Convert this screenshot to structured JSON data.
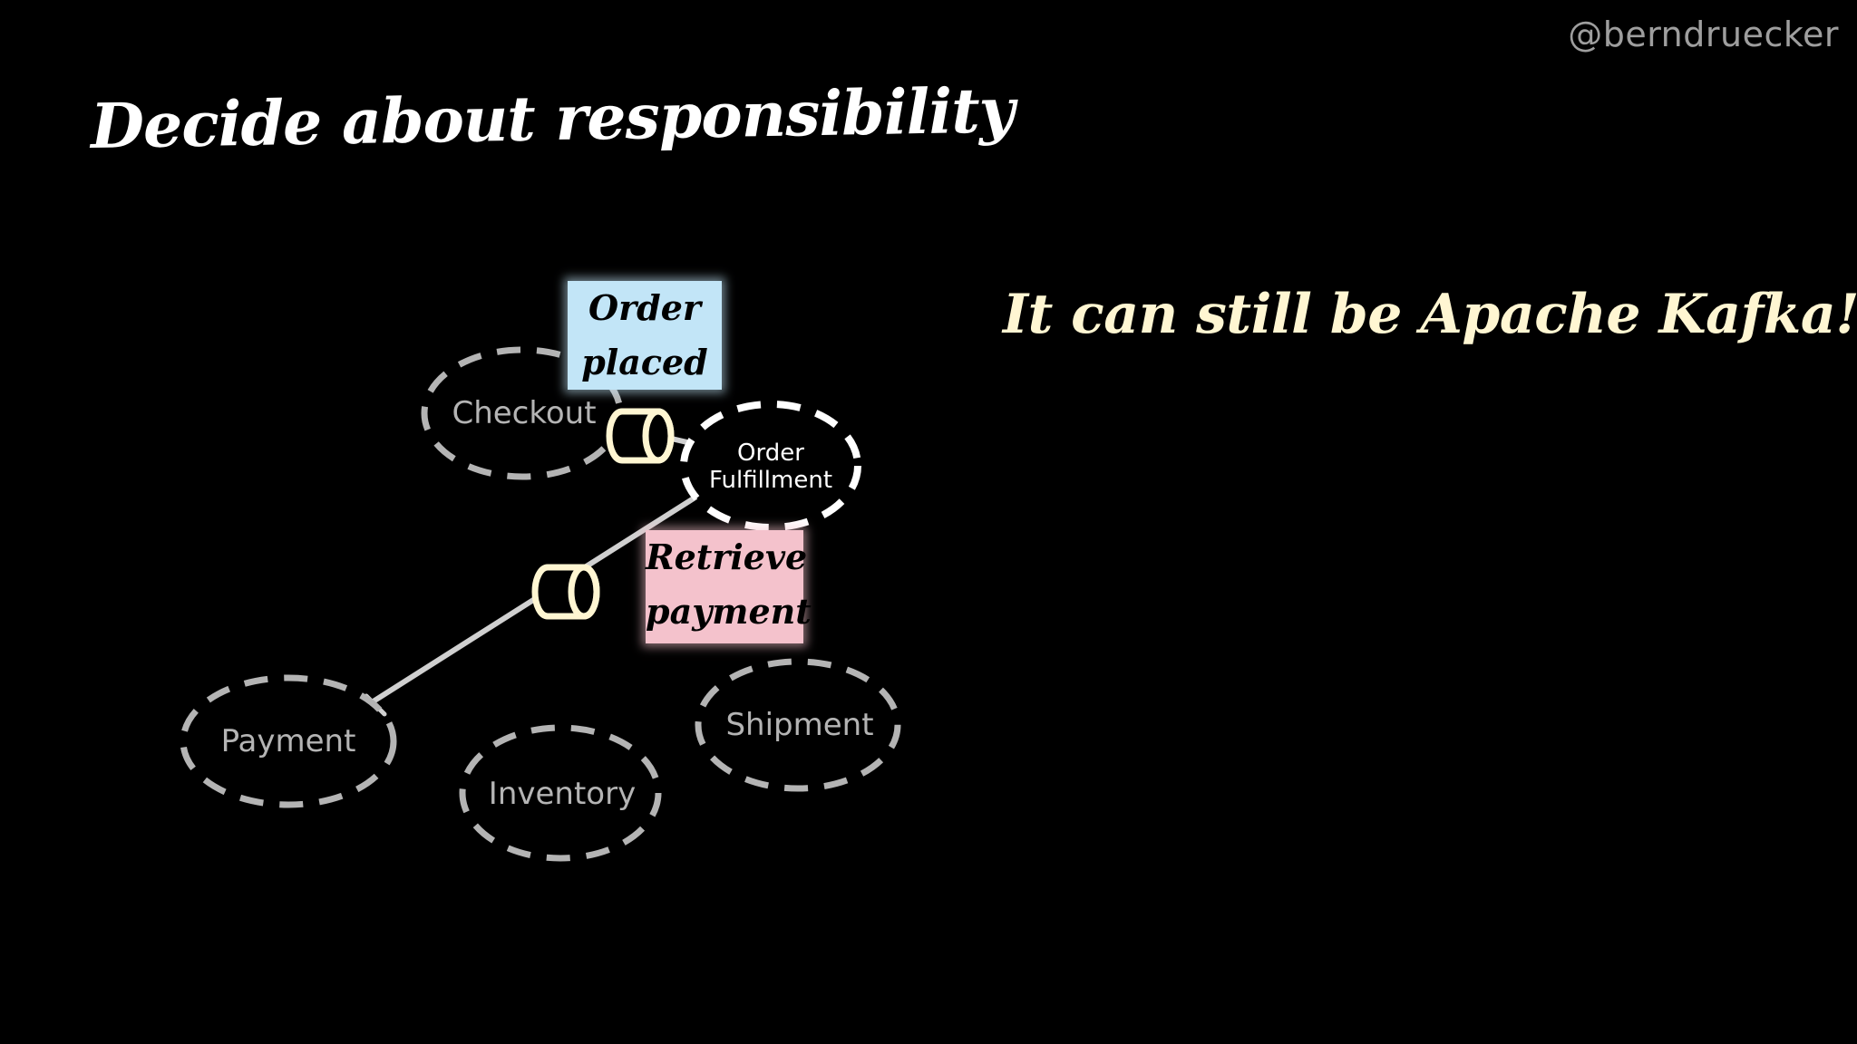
{
  "slide": {
    "handle": "@berndruecker",
    "title": "Decide about responsibility",
    "callout": "It can still be Apache Kafka!"
  },
  "diagram": {
    "services": [
      {
        "id": "checkout",
        "label": "Checkout"
      },
      {
        "id": "order-fulfillment",
        "label_lines": [
          "Order",
          "Fulfillment"
        ]
      },
      {
        "id": "payment",
        "label": "Payment"
      },
      {
        "id": "inventory",
        "label": "Inventory"
      },
      {
        "id": "shipment",
        "label": "Shipment"
      }
    ],
    "notes": [
      {
        "id": "order-placed",
        "lines": [
          "Order",
          "placed"
        ],
        "color": "#c2e5f7"
      },
      {
        "id": "retrieve-payment",
        "lines": [
          "Retrieve",
          "payment"
        ],
        "color": "#f4c2cc"
      }
    ],
    "connections": [
      {
        "from": "checkout",
        "to": "order-fulfillment",
        "channel": "queue-icon"
      },
      {
        "from": "order-fulfillment",
        "to": "payment",
        "channel": "queue-icon"
      }
    ],
    "colors": {
      "background": "#000000",
      "active_service": "#ffffff",
      "inactive_service": "#b4b4b4",
      "queue": "#fff6d2",
      "connector": "#d0d0d0"
    }
  }
}
